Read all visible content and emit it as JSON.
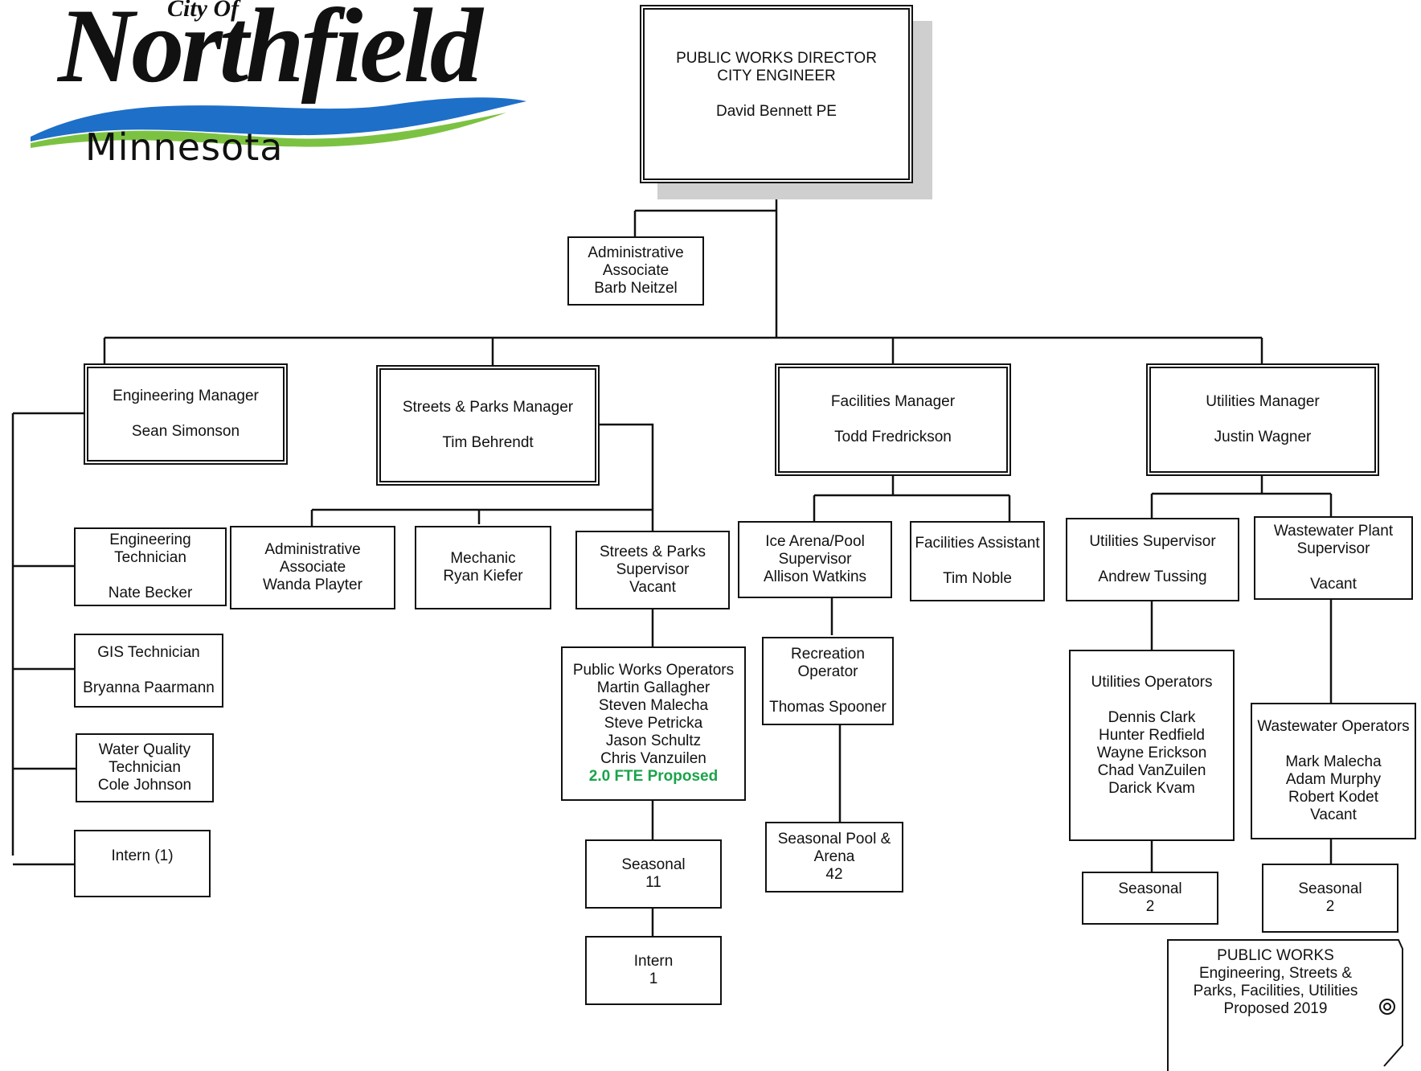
{
  "logo": {
    "city_of": "City Of",
    "name": "Northfield",
    "state": "Minnesota",
    "colors": {
      "wave_top": "#1e6fc8",
      "wave_bottom": "#7cc242"
    }
  },
  "director": {
    "title1": "PUBLIC WORKS DIRECTOR",
    "title2": "CITY ENGINEER",
    "name": "David Bennett PE"
  },
  "admin_associate": {
    "l1": "Administrative",
    "l2": "Associate",
    "l3": "Barb Neitzel"
  },
  "engineering_manager": {
    "title": "Engineering Manager",
    "name": "Sean Simonson"
  },
  "streets_parks_manager": {
    "title": "Streets & Parks Manager",
    "name": "Tim Behrendt"
  },
  "facilities_manager": {
    "title": "Facilities Manager",
    "name": "Todd Fredrickson"
  },
  "utilities_manager": {
    "title": "Utilities Manager",
    "name": "Justin Wagner"
  },
  "eng_technician": {
    "l1": "Engineering",
    "l2": "Technician",
    "name": "Nate Becker"
  },
  "gis_technician": {
    "title": "GIS Technician",
    "name": "Bryanna Paarmann"
  },
  "water_quality": {
    "l1": "Water Quality",
    "l2": "Technician",
    "name": "Cole Johnson"
  },
  "eng_intern": {
    "title": "Intern (1)"
  },
  "admin_assoc_2": {
    "l1": "Administrative",
    "l2": "Associate",
    "name": "Wanda Playter"
  },
  "mechanic": {
    "title": "Mechanic",
    "name": "Ryan Kiefer"
  },
  "sp_supervisor": {
    "l1": "Streets & Parks",
    "l2": "Supervisor",
    "name": "Vacant"
  },
  "pw_operators": {
    "title": "Public Works Operators",
    "names": [
      "Martin Gallagher",
      "Steven Malecha",
      "Steve Petricka",
      "Jason Schultz",
      "Chris Vanzuilen"
    ],
    "proposed": "2.0 FTE Proposed"
  },
  "sp_seasonal": {
    "title": "Seasonal",
    "count": "11"
  },
  "sp_intern": {
    "title": "Intern",
    "count": "1"
  },
  "ice_arena": {
    "l1": "Ice Arena/Pool",
    "l2": "Supervisor",
    "name": "Allison Watkins"
  },
  "facilities_assistant": {
    "title": "Facilities Assistant",
    "name": "Tim Noble"
  },
  "recreation_operator": {
    "l1": "Recreation",
    "l2": "Operator",
    "name": "Thomas Spooner"
  },
  "seasonal_pool": {
    "l1": "Seasonal Pool &",
    "l2": "Arena",
    "count": "42"
  },
  "utilities_supervisor": {
    "title": "Utilities Supervisor",
    "name": "Andrew Tussing"
  },
  "wastewater_supervisor": {
    "l1": "Wastewater Plant",
    "l2": "Supervisor",
    "name": "Vacant"
  },
  "utilities_operators": {
    "title": "Utilities Operators",
    "names": [
      "Dennis Clark",
      "Hunter Redfield",
      "Wayne Erickson",
      "Chad VanZuilen",
      "Darick Kvam"
    ]
  },
  "wastewater_operators": {
    "title": "Wastewater  Operators",
    "names": [
      "Mark Malecha",
      "Adam Murphy",
      "Robert Kodet",
      "Vacant"
    ]
  },
  "util_seasonal": {
    "title": "Seasonal",
    "count": "2"
  },
  "ww_seasonal": {
    "title": "Seasonal",
    "count": "2"
  },
  "tag": {
    "l1": "PUBLIC WORKS",
    "l2": "Engineering, Streets &",
    "l3": "Parks, Facilities, Utilities",
    "l4": "Proposed 2019"
  }
}
